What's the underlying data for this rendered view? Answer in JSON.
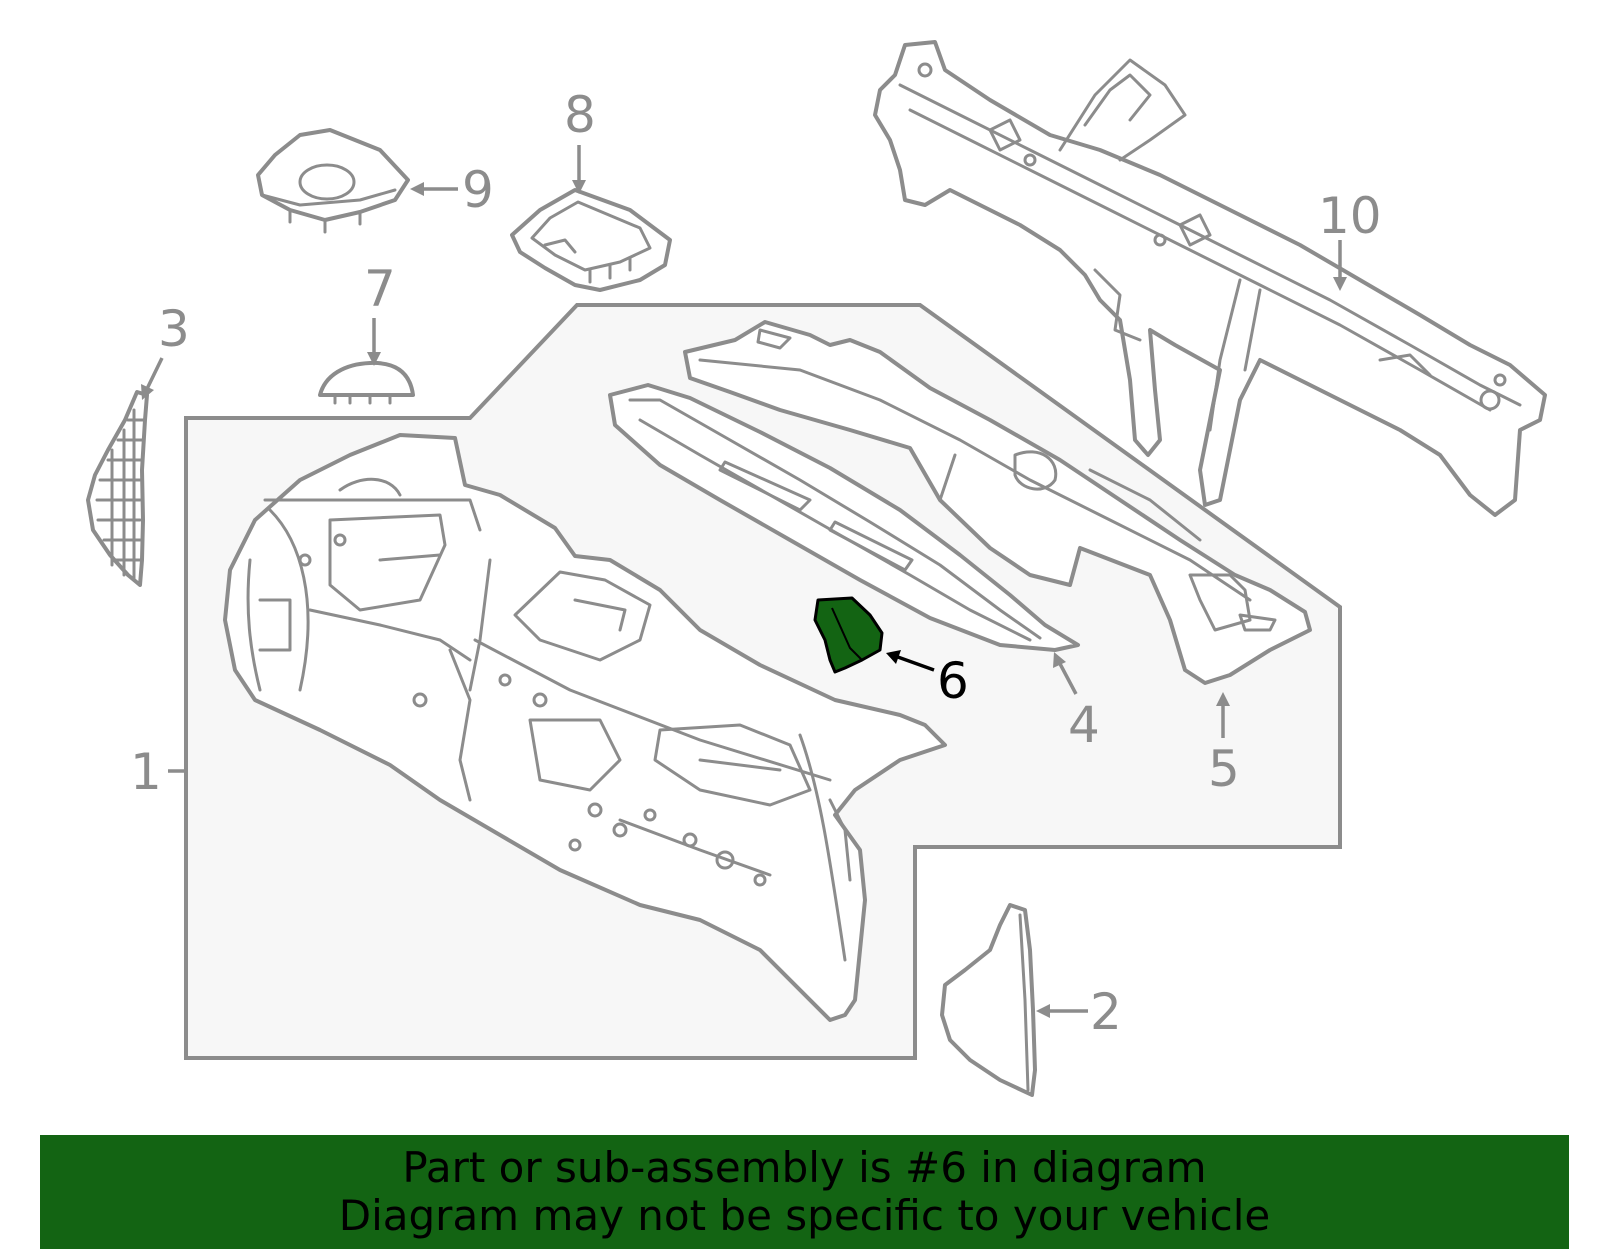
{
  "colors": {
    "line": "#8c8c8c",
    "group_fill": "#f7f7f7",
    "highlight": "#136413",
    "banner": "#136413",
    "text": "#000000"
  },
  "callouts": {
    "c1": "1",
    "c2": "2",
    "c3": "3",
    "c4": "4",
    "c5": "5",
    "c6": "6",
    "c7": "7",
    "c8": "8",
    "c9": "9",
    "c10": "10"
  },
  "highlighted_part": "6",
  "banner": {
    "line1": "Part or sub-assembly is #6 in diagram",
    "line2": "Diagram may not be specific to your vehicle"
  }
}
